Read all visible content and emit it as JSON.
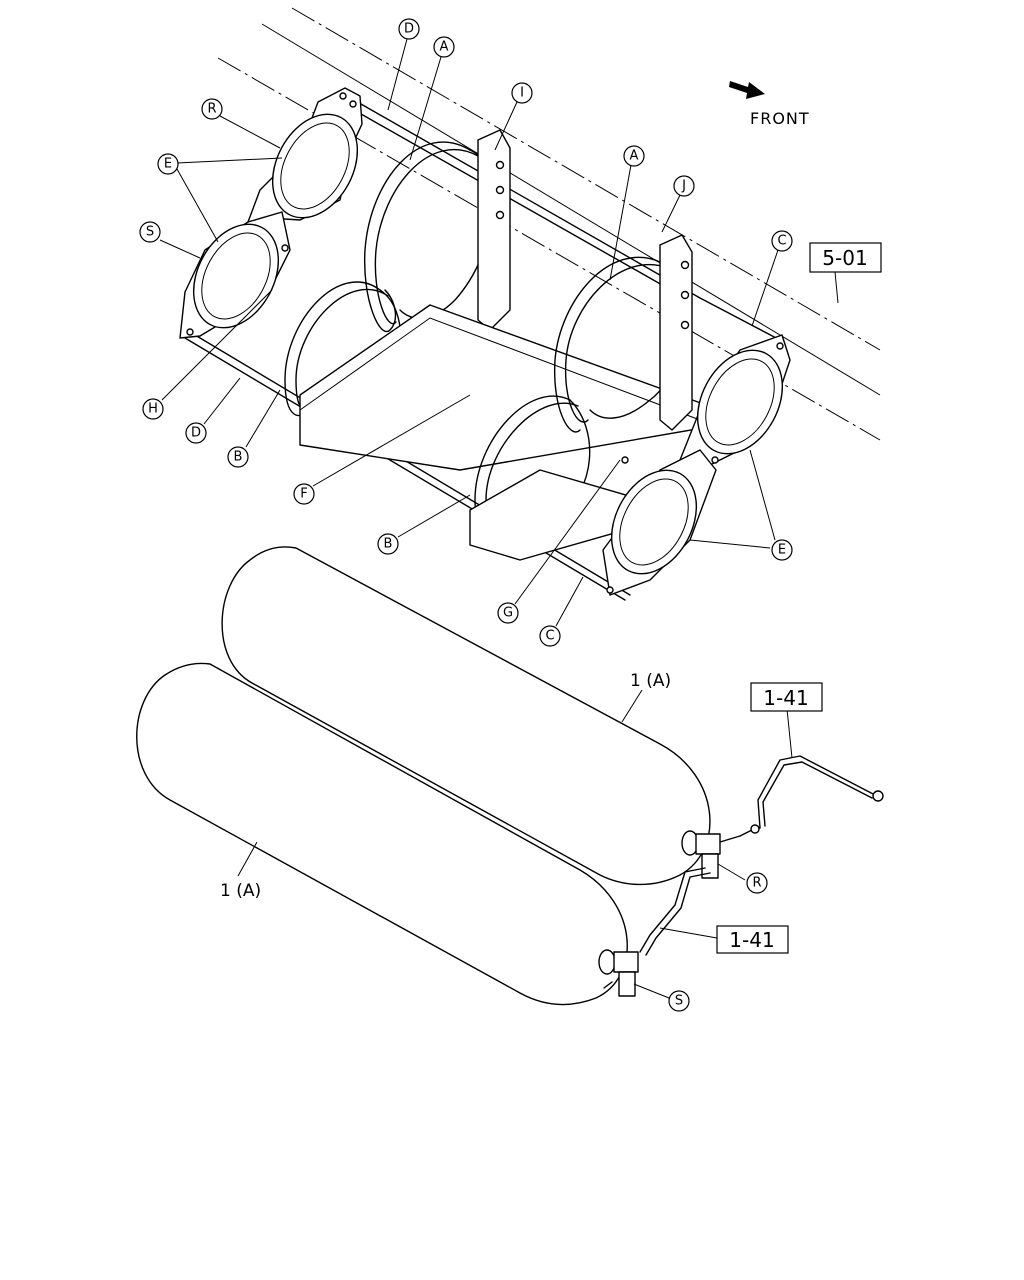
{
  "diagram": {
    "front_label": "FRONT",
    "reference_boxes": {
      "frame": "5-01",
      "pipe_upper": "1-41",
      "pipe_lower": "1-41"
    },
    "part_labels": {
      "tank_upper": "1 (A)",
      "tank_lower": "1 (A)"
    },
    "callouts": {
      "d_top": "D",
      "a_left": "A",
      "r_left": "R",
      "i": "I",
      "e_left": "E",
      "s_left": "S",
      "a_right": "A",
      "j": "J",
      "c_top": "C",
      "h": "H",
      "d_bottom": "D",
      "b_left": "B",
      "f": "F",
      "b_right": "B",
      "e_right": "E",
      "g": "G",
      "c_bottom": "C",
      "r_valve": "R",
      "s_valve": "S"
    }
  }
}
